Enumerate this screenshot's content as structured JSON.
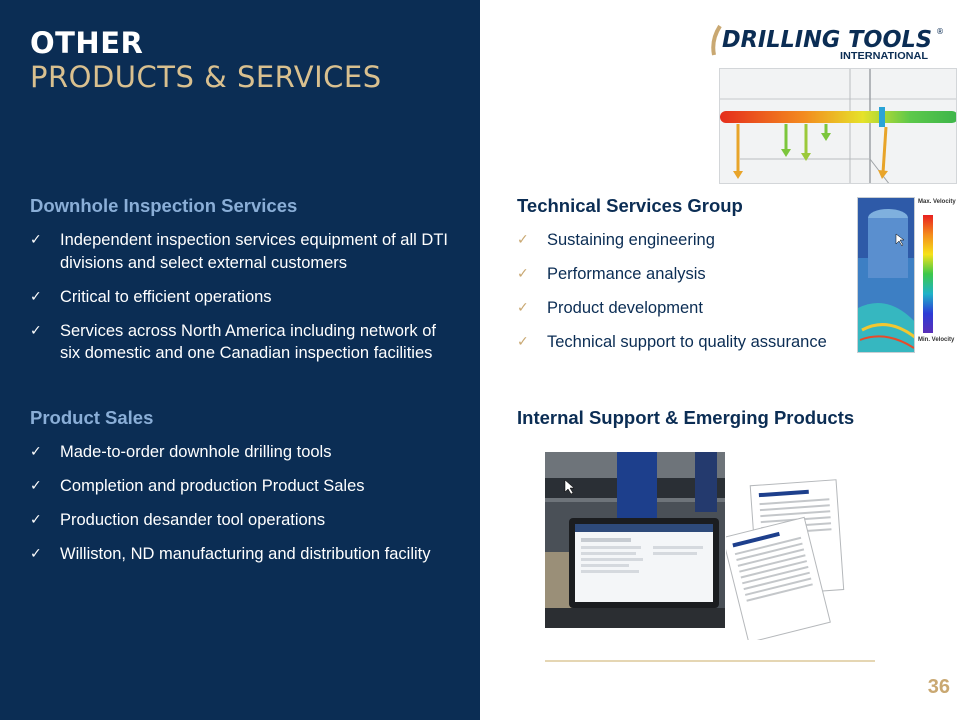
{
  "title": {
    "line1": "OTHER",
    "line2": "PRODUCTS & SERVICES"
  },
  "logo": {
    "text": "DRILLING TOOLS",
    "registered": "®",
    "subtext": "INTERNATIONAL"
  },
  "left_sections": [
    {
      "heading": "Downhole Inspection Services",
      "items": [
        "Independent inspection services equipment of all DTI divisions and select external customers",
        "Critical to efficient operations",
        "Services across North America including network of six domestic and one Canadian inspection facilities"
      ]
    },
    {
      "heading": "Product Sales",
      "items": [
        "Made-to-order downhole drilling tools",
        "Completion and production Product Sales",
        "Production desander tool operations",
        "Williston, ND manufacturing and distribution facility"
      ]
    }
  ],
  "right_sections": [
    {
      "heading": "Technical Services Group",
      "items": [
        "Sustaining engineering",
        "Performance analysis",
        "Product development",
        "Technical support to quality assurance"
      ]
    },
    {
      "heading": "Internal Support & Emerging Products"
    }
  ],
  "velocity_scale": {
    "max": "Max. Velocity",
    "min": "Min. Velocity"
  },
  "check_glyph": "✓",
  "page_number": "36",
  "colors": {
    "navy": "#0b2d54",
    "gold": "#c9a872",
    "light_blue": "#8aaed7",
    "tan": "#d9c08f"
  }
}
